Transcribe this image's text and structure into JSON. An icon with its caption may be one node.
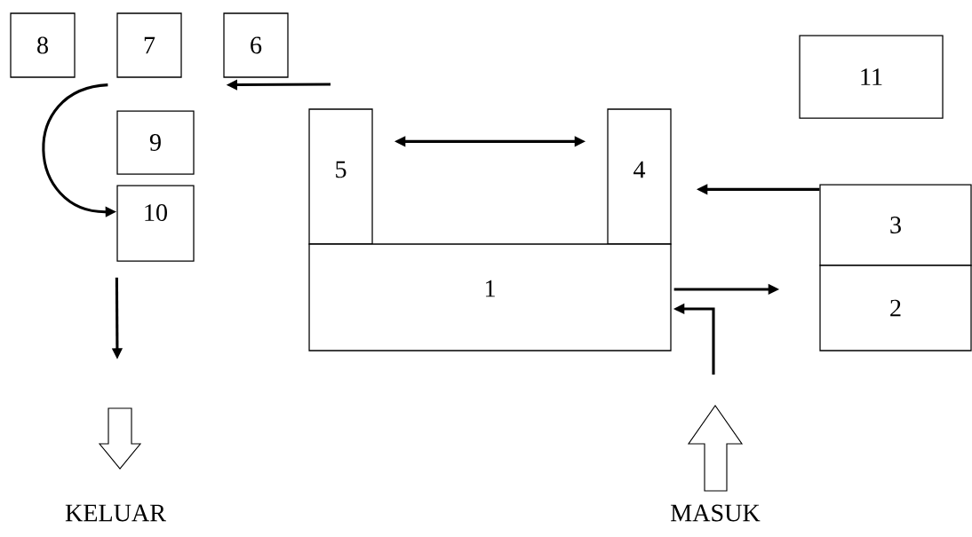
{
  "diagram": {
    "nodes": [
      {
        "text": [
          "8"
        ]
      },
      {
        "text": [
          "7"
        ]
      },
      {
        "text": [
          "6"
        ]
      },
      {
        "text": [
          "11"
        ]
      },
      {
        "text": [
          "9"
        ]
      },
      {
        "text": [
          "5"
        ]
      },
      {
        "text": [
          "4"
        ]
      },
      {
        "text": [
          "10"
        ]
      },
      {
        "text": [
          "3"
        ]
      },
      {
        "text": [
          "1"
        ]
      },
      {
        "text": [
          "2"
        ]
      }
    ],
    "edges": [
      {
        "from": 1,
        "to": 7,
        "arrow": "to"
      },
      {
        "from": null,
        "to": 2,
        "arrow": "to"
      },
      {
        "from": 5,
        "to": 6,
        "arrow": "both"
      },
      {
        "from": 8,
        "to": 6,
        "arrow": "to"
      },
      {
        "from": 9,
        "to": 10,
        "arrow": "to"
      },
      {
        "from": null,
        "to": 9,
        "arrow": "to"
      },
      {
        "from": 7,
        "to": null,
        "arrow": "to"
      }
    ],
    "labels": [
      "KELUAR",
      "MASUK"
    ]
  }
}
